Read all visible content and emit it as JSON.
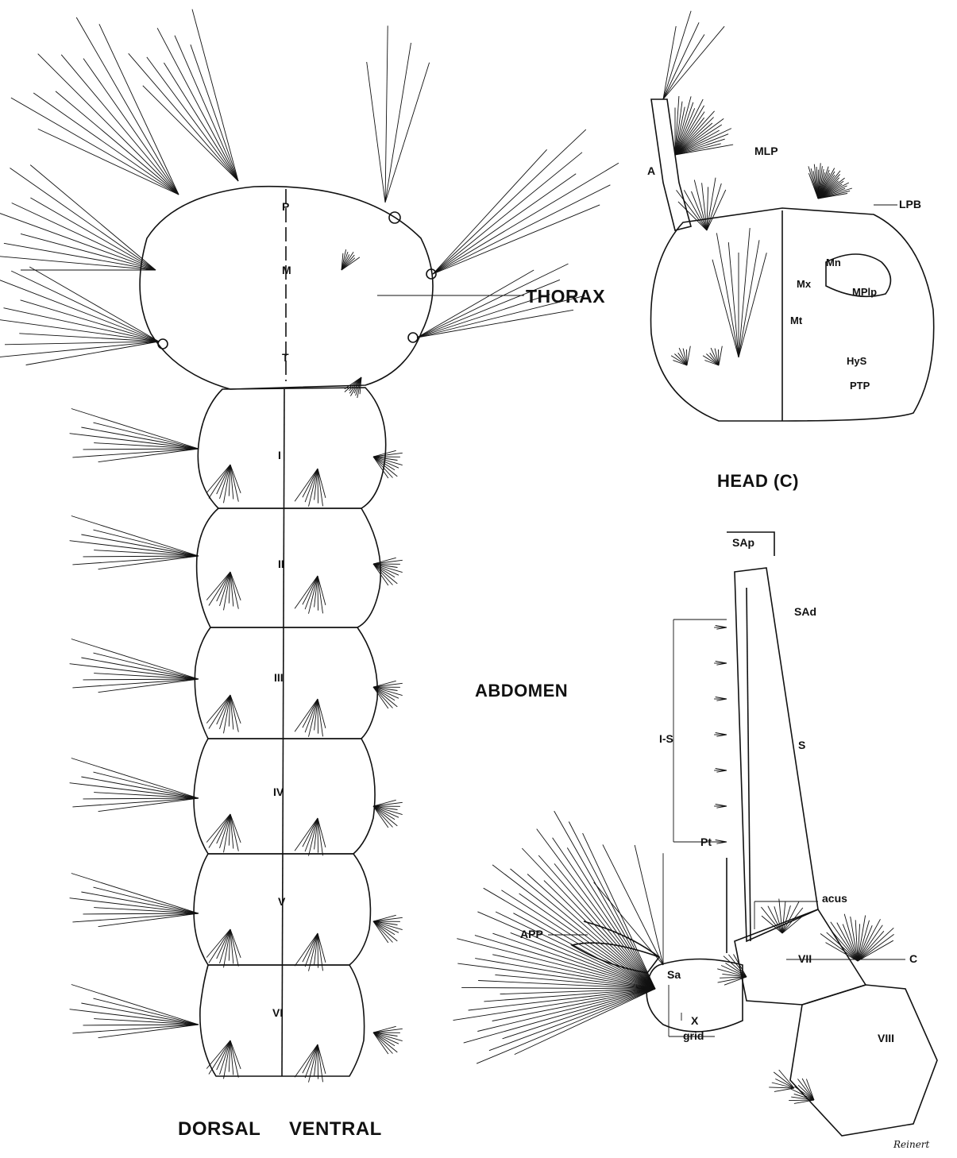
{
  "captions": {
    "thorax": "THORAX",
    "head": "HEAD (C)",
    "abdomen": "ABDOMEN",
    "dorsal": "DORSAL",
    "ventral": "VENTRAL"
  },
  "thorax_regions": {
    "p": "P",
    "m": "M",
    "t": "T"
  },
  "abdomen_segments": [
    "I",
    "II",
    "III",
    "IV",
    "V",
    "VI"
  ],
  "head_labels": {
    "a": "A",
    "mlp": "MLP",
    "lpb": "LPB",
    "mn": "Mn",
    "mx": "Mx",
    "mplp": "MPlp",
    "mt": "Mt",
    "hys": "HyS",
    "ptp": "PTP"
  },
  "terminal_labels": {
    "sap": "SAp",
    "sad": "SAd",
    "s": "S",
    "is": "I-S",
    "pt": "Pt",
    "acus": "acus",
    "app": "APP",
    "sa": "Sa",
    "vii": "VII",
    "viii": "VIII",
    "c": "C",
    "x": "X",
    "grid": "grid"
  },
  "signature": "Reinert",
  "colors": {
    "ink": "#111111",
    "background": "#ffffff"
  }
}
